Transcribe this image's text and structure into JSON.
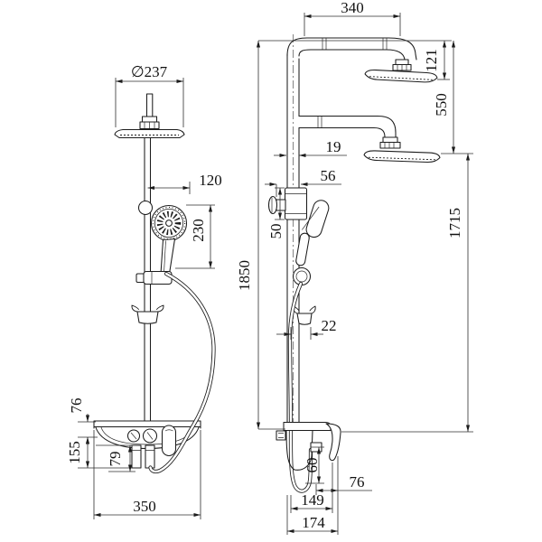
{
  "drawing": {
    "background": "#ffffff",
    "line_color": "#1c1c1c",
    "dim_text_color": "#111111",
    "front_view": {
      "dims": {
        "head_diameter": "∅237",
        "hand_shower_offset": "120",
        "hand_shower_span": "230",
        "deck_rise": "76",
        "deck_depth": "155",
        "under_body_height": "79",
        "deck_width": "350"
      }
    },
    "side_view": {
      "dims": {
        "arm_reach": "340",
        "upper_head_drop": "121",
        "lower_head_drop": "550",
        "pipe_width": "19",
        "slider_reach": "56",
        "slider_height": "50",
        "hook_depth": "22",
        "overall_height": "1850",
        "lower_head_height": "1715",
        "outlet_height": "60",
        "handle_offset": "76",
        "body_depth": "149",
        "overall_depth": "174"
      }
    }
  }
}
